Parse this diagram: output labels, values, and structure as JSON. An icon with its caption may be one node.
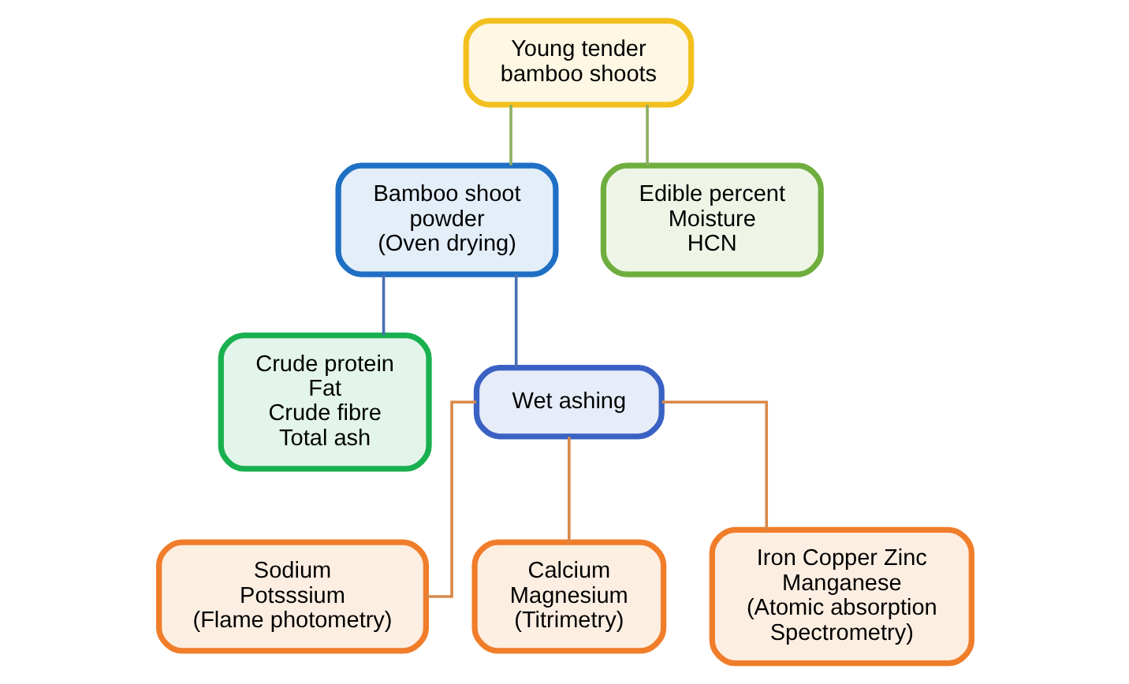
{
  "diagram": {
    "nodes": [
      {
        "text": [
          "Young tender bamboo shoots"
        ]
      },
      {
        "text": [
          "Bamboo shoot powder",
          "(Oven drying)"
        ]
      },
      {
        "text": [
          "Edible percent",
          "Moisture",
          "HCN"
        ]
      },
      {
        "text": [
          "Crude protein",
          "Fat",
          "Crude fibre",
          "Total ash"
        ]
      },
      {
        "text": [
          "Wet ashing"
        ]
      },
      {
        "text": [
          "Sodium",
          "Potsssium",
          "(Flame photometry)"
        ]
      },
      {
        "text": [
          "Calcium",
          "Magnesium",
          "(Titrimetry)"
        ]
      },
      {
        "text": [
          "Iron Copper Zinc Manganese",
          "(Atomic absorption Spectrometry)"
        ]
      }
    ],
    "edges": [
      {
        "from": 0,
        "to": 1,
        "arrow": "none",
        "color": "#8fae62"
      },
      {
        "from": 0,
        "to": 2,
        "arrow": "none",
        "color": "#8fae62"
      },
      {
        "from": 1,
        "to": 3,
        "arrow": "none",
        "color": "#4a6fb5"
      },
      {
        "from": 1,
        "to": 4,
        "arrow": "none",
        "color": "#4a6fb5"
      },
      {
        "from": 4,
        "to": 5,
        "arrow": "none"
      },
      {
        "from": 4,
        "to": 6,
        "arrow": "none"
      },
      {
        "from": 4,
        "to": 7,
        "arrow": "none"
      }
    ]
  }
}
